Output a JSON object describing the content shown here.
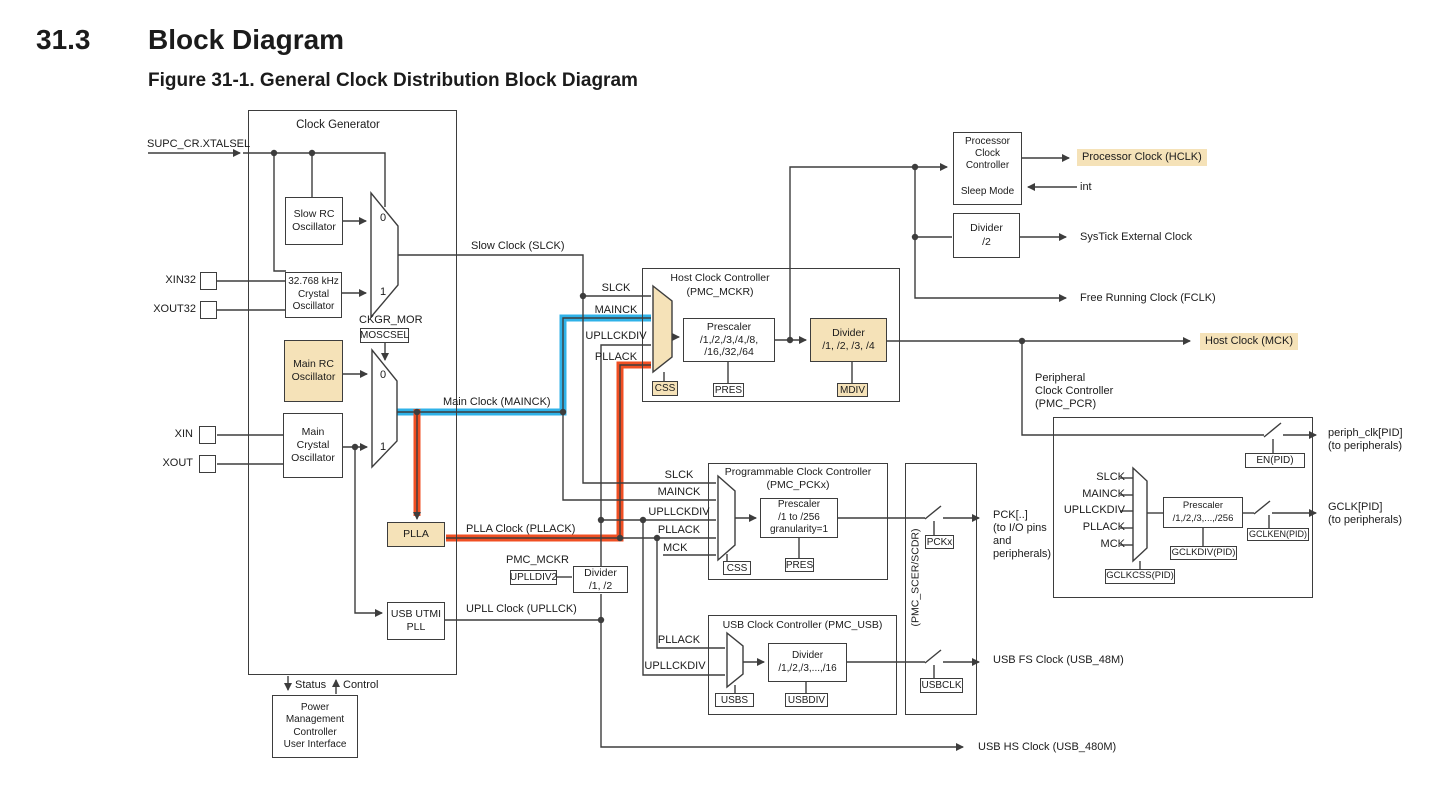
{
  "header": {
    "section_number": "31.3",
    "section_title": "Block Diagram",
    "figure_caption": "Figure 31-1. General Clock Distribution Block Diagram"
  },
  "clock_generator": {
    "title": "Clock Generator",
    "supc_signal": "SUPC_CR.XTALSEL",
    "slow_rc_osc": "Slow RC\nOscillator",
    "xtal32_osc": "32.768 kHz\nCrystal\nOscillator",
    "main_rc_osc": "Main RC\nOscillator",
    "main_xtal_osc": "Main\nCrystal\nOscillator",
    "plla": "PLLA",
    "usb_utmi_pll": "USB UTMI\nPLL",
    "ckgr_mor": "CKGR_MOR",
    "moscsel": "MOSCSEL",
    "slow_mux_0": "0",
    "slow_mux_1": "1",
    "main_mux_0": "0",
    "main_mux_1": "1",
    "pad_xin32": "XIN32",
    "pad_xout32": "XOUT32",
    "pad_xin": "XIN",
    "pad_xout": "XOUT",
    "status": "Status",
    "control": "Control",
    "pm_ui": "Power\nManagement\nController\nUser Interface"
  },
  "signals": {
    "slow_clock": "Slow Clock (SLCK)",
    "main_clock": "Main Clock (MAINCK)",
    "plla_clock": "PLLA Clock (PLLACK)",
    "upll_clock": "UPLL Clock (UPLLCK)",
    "usb_hs_clock": "USB HS Clock (USB_480M)",
    "usb_fs_clock": "USB FS Clock (USB_48M)",
    "pck_out": "PCK[..]\n(to I/O pins\nand\nperipherals)",
    "periph_clk": "periph_clk[PID]\n(to peripherals)",
    "gclk_out": "GCLK[PID]\n(to peripherals)",
    "hclk": "Processor Clock (HCLK)",
    "int_signal": "int",
    "systick": "SysTick External Clock",
    "fclk": "Free Running Clock (FCLK)",
    "mck": "Host Clock (MCK)"
  },
  "upll_divider": {
    "pmc_mckr": "PMC_MCKR",
    "uplldiv2": "UPLLDIV2",
    "divider": "Divider\n/1, /2"
  },
  "host_clock_controller": {
    "title": "Host Clock Controller\n(PMC_MCKR)",
    "in_slck": "SLCK",
    "in_mainck": "MAINCK",
    "in_upllckdiv": "UPLLCKDIV",
    "in_pllack": "PLLACK",
    "css": "CSS",
    "prescaler": "Prescaler\n/1,/2,/3,/4,/8,\n/16,/32,/64",
    "pres": "PRES",
    "divider": "Divider\n/1, /2, /3, /4",
    "mdiv": "MDIV"
  },
  "processor_clock_controller": {
    "title": "Processor\nClock\nController",
    "sleep_mode": "Sleep Mode"
  },
  "systick_divider": {
    "label": "Divider\n/2"
  },
  "programmable_clock_controller": {
    "title": "Programmable Clock Controller\n(PMC_PCKx)",
    "in_slck": "SLCK",
    "in_mainck": "MAINCK",
    "in_upllckdiv": "UPLLCKDIV",
    "in_pllack": "PLLACK",
    "in_mck": "MCK",
    "css": "CSS",
    "prescaler": "Prescaler\n/1 to /256\ngranularity=1",
    "pres": "PRES"
  },
  "scer": {
    "title": "(PMC_SCER/SCDR)",
    "pckx": "PCKx",
    "usbclk": "USBCLK"
  },
  "usb_clock_controller": {
    "title": "USB Clock Controller (PMC_USB)",
    "in_pllack": "PLLACK",
    "in_upllckdiv": "UPLLCKDIV",
    "usbs": "USBS",
    "divider": "Divider\n/1,/2,/3,...,/16",
    "usbdiv": "USBDIV"
  },
  "peripheral_clock_controller": {
    "title": "Peripheral\nClock Controller\n(PMC_PCR)",
    "en_pid": "EN(PID)",
    "in_slck": "SLCK",
    "in_mainck": "MAINCK",
    "in_upllckdiv": "UPLLCKDIV",
    "in_pllack": "PLLACK",
    "in_mck": "MCK",
    "prescaler": "Prescaler\n/1,/2,/3,...,/256",
    "gclkdiv": "GCLKDIV(PID)",
    "gclkcss": "GCLKCSS(PID)",
    "gclken": "GCLKEN(PID)"
  },
  "colors": {
    "highlight_tan": "#F5E2B8",
    "mainck_blue": "#2FB2E8",
    "pllack_red": "#F04F23",
    "line": "#3D3D3D"
  }
}
